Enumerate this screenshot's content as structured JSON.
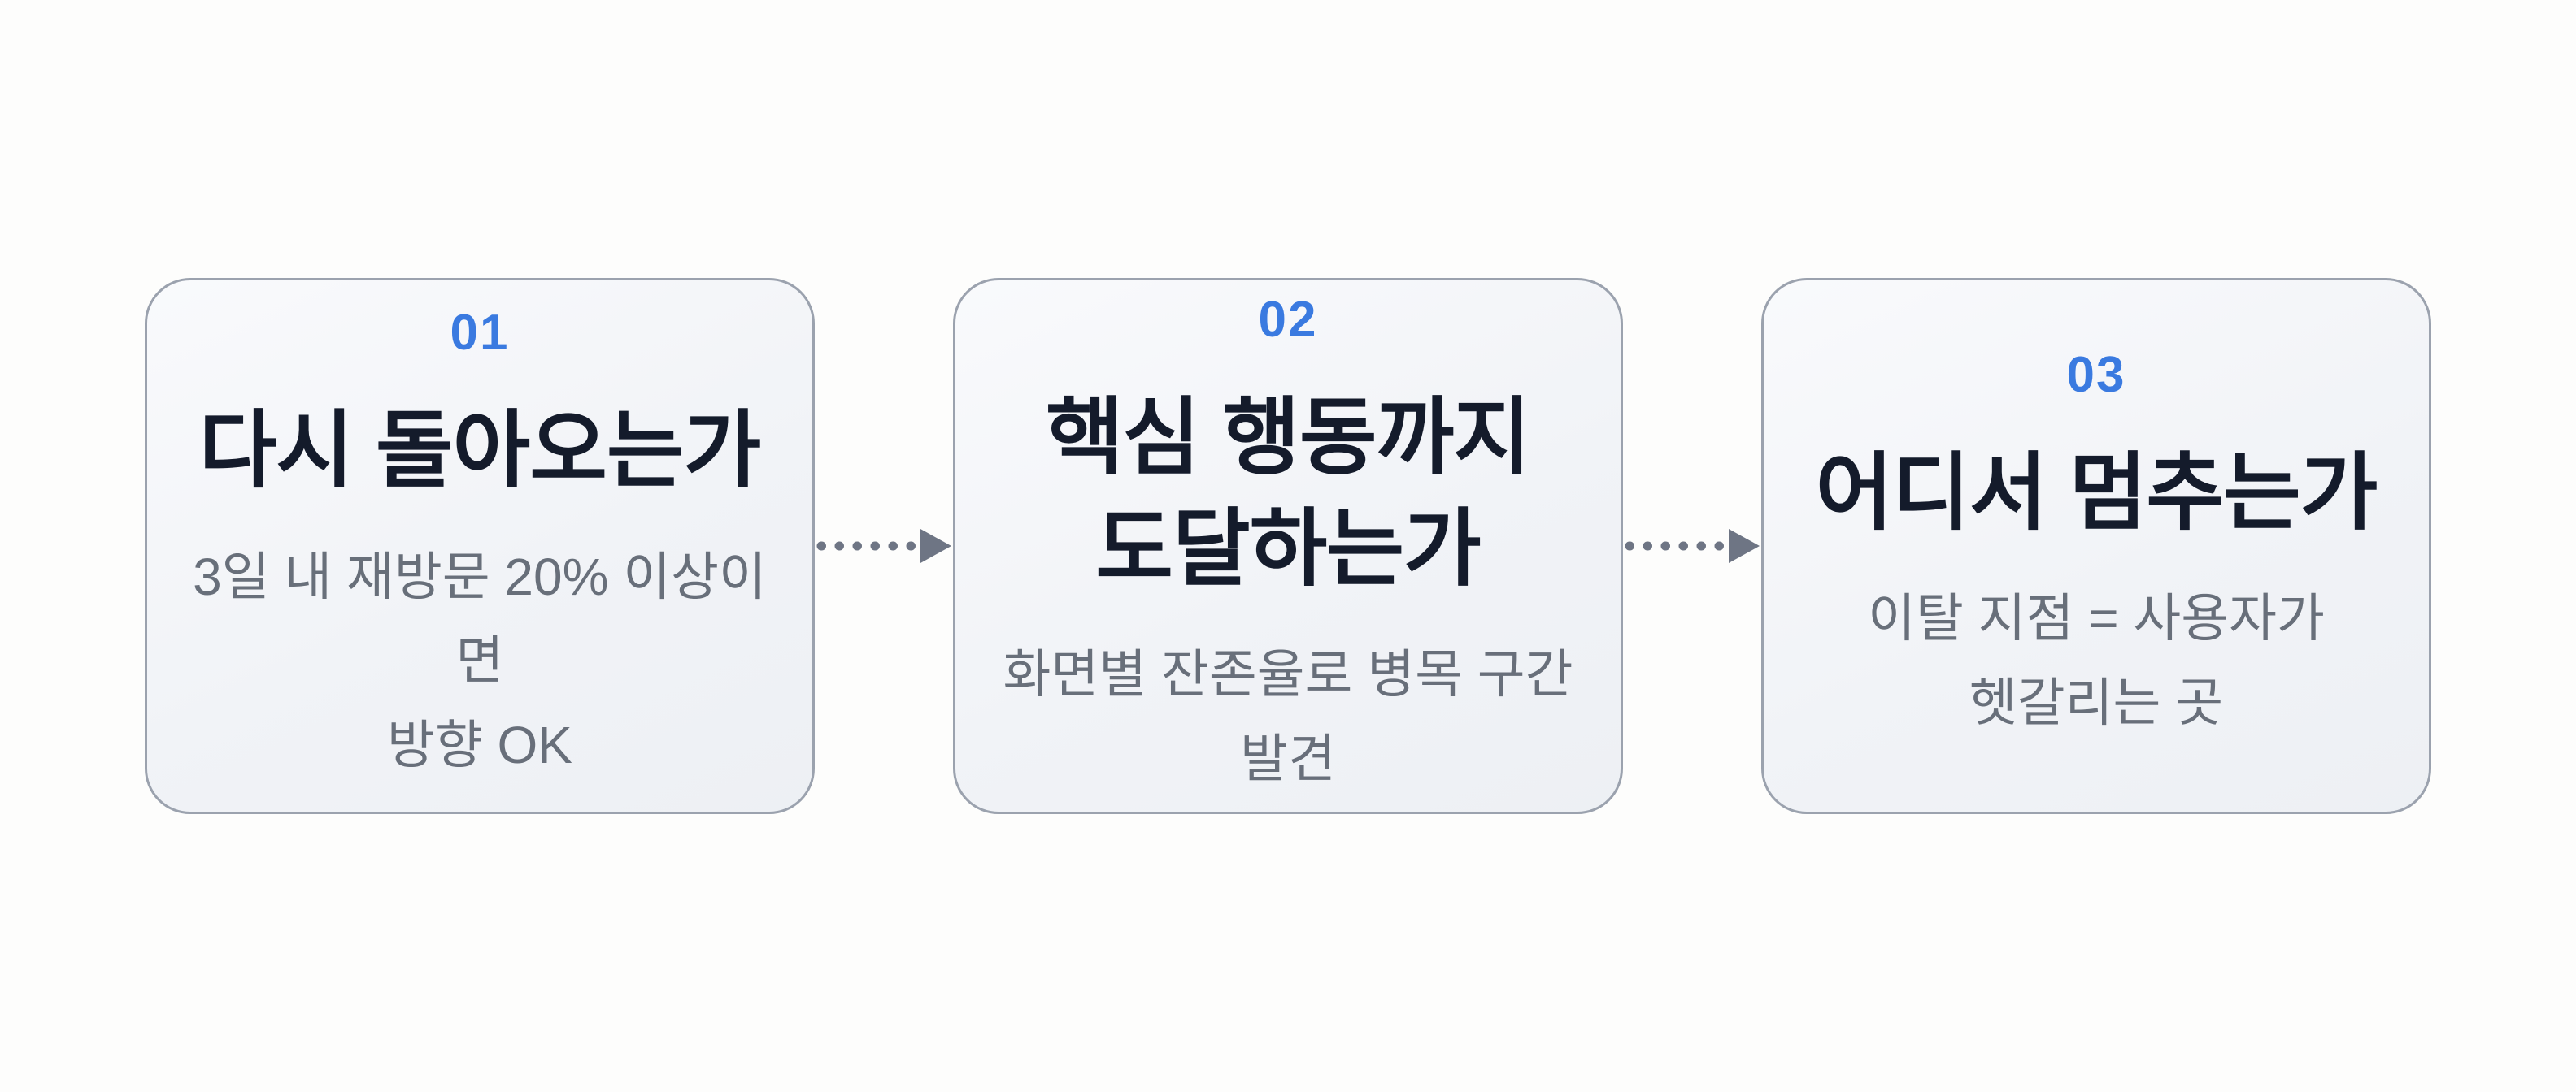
{
  "colors": {
    "accent_blue": "#3a7ae0",
    "title_dark": "#141b2b",
    "subtitle_gray": "#686f7a",
    "arrow_gray": "#6e7584",
    "card_border": "#9ba2ae",
    "card_background": "#f1f3f7",
    "page_background": "#fdfdfc"
  },
  "steps": [
    {
      "number": "01",
      "title": "다시 돌아오는가",
      "subtitle": "3일 내 재방문 20% 이상이면\n방향 OK"
    },
    {
      "number": "02",
      "title": "핵심 행동까지\n도달하는가",
      "subtitle": "화면별 잔존율로 병목 구간 발견"
    },
    {
      "number": "03",
      "title": "어디서 멈추는가",
      "subtitle": "이탈 지점 = 사용자가\n헷갈리는 곳"
    }
  ],
  "connector_icon": "dotted-arrow-right-icon"
}
